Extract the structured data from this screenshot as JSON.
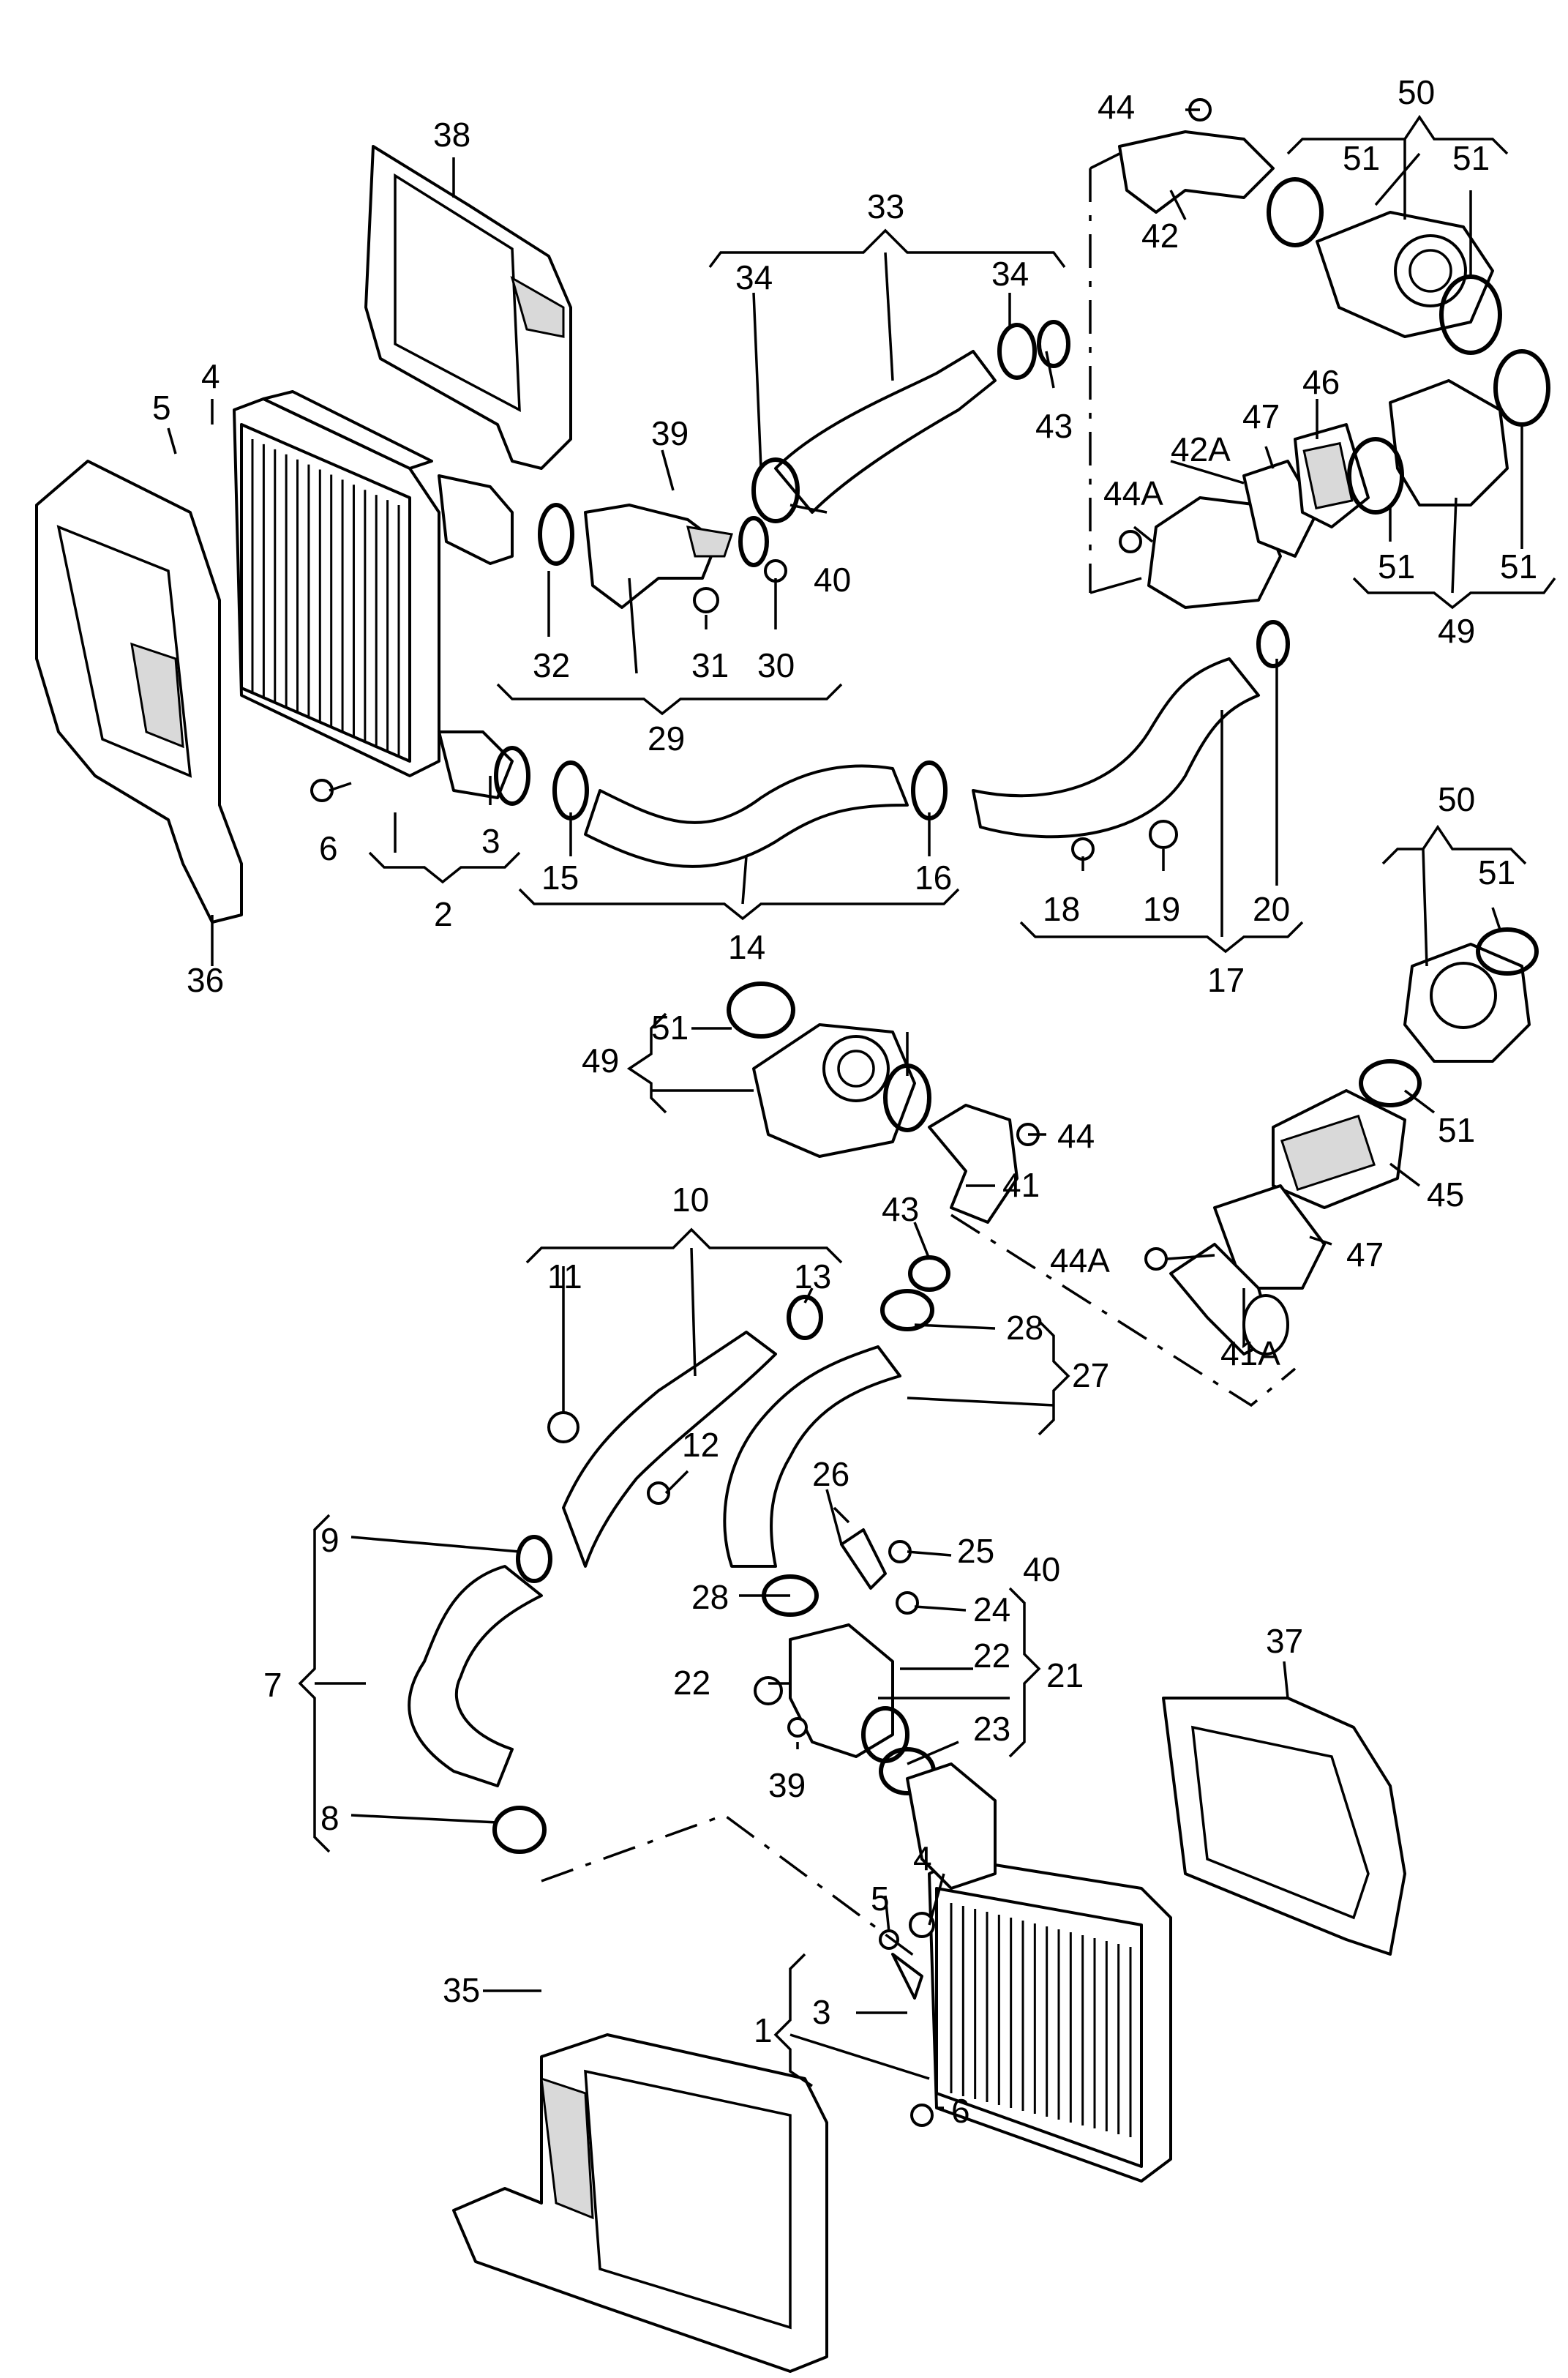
{
  "callouts": [
    "1",
    "2",
    "3",
    "3",
    "4",
    "4",
    "5",
    "5",
    "6",
    "6",
    "7",
    "8",
    "9",
    "10",
    "11",
    "12",
    "13",
    "14",
    "15",
    "16",
    "17",
    "18",
    "19",
    "20",
    "21",
    "22",
    "22",
    "23",
    "24",
    "25",
    "26",
    "27",
    "28",
    "28",
    "29",
    "30",
    "31",
    "32",
    "33",
    "34",
    "34",
    "35",
    "36",
    "37",
    "38",
    "39",
    "39",
    "40",
    "40",
    "41",
    "41A",
    "42",
    "42A",
    "43",
    "43",
    "44",
    "44",
    "44A",
    "44A",
    "45",
    "46",
    "47",
    "47",
    "49",
    "49",
    "50",
    "50",
    "51",
    "51",
    "51",
    "51",
    "51",
    "51",
    "51"
  ]
}
